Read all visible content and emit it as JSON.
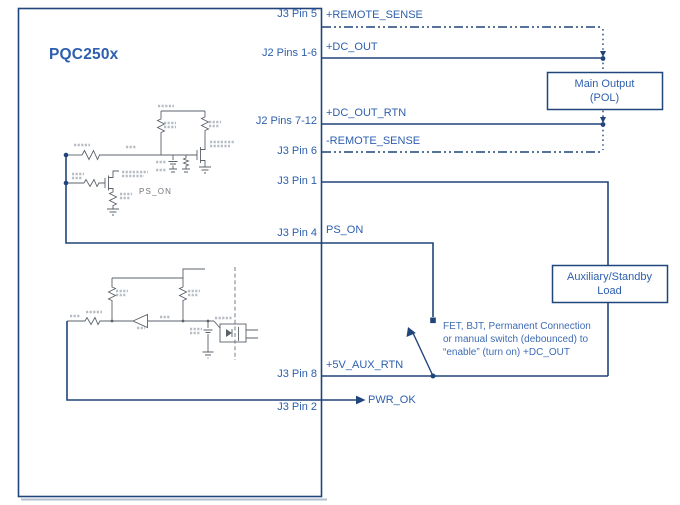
{
  "diagram": {
    "title": "PQC250x",
    "pin_labels": {
      "j3_pin_5": "J3 Pin 5",
      "j2_pins_1_6": "J2 Pins 1-6",
      "j2_pins_7_12": "J2 Pins 7-12",
      "j3_pin_6": "J3 Pin 6",
      "j3_pin_1": "J3 Pin 1",
      "j3_pin_4": "J3 Pin 4",
      "j3_pin_8": "J3 Pin 8",
      "j3_pin_2": "J3 Pin 2"
    },
    "signal_labels": {
      "remote_sense_pos": "+REMOTE_SENSE",
      "dc_out": "+DC_OUT",
      "dc_out_rtn": "+DC_OUT_RTN",
      "remote_sense_neg": "-REMOTE_SENSE",
      "ps_on": "PS_ON",
      "aux_rtn": "+5V_AUX_RTN",
      "pwr_ok": "PWR_OK"
    },
    "blocks": {
      "main_output": {
        "line1": "Main Output",
        "line2": "(POL)"
      },
      "aux_load": {
        "line1": "Auxiliary/Standby",
        "line2": "Load"
      }
    },
    "switch_note": {
      "line1": "FET, BJT, Permanent Connection",
      "line2": "or manual switch (debounced) to",
      "line3": "“enable” (turn on) +DC_OUT"
    },
    "schematic_labels": {
      "ps_on": "PS_ON"
    },
    "colors": {
      "wire_navy": "#20457a",
      "label_blue": "#2d5fae",
      "note_blue": "#3f6cb4",
      "schematic_gray": "#5b6169"
    }
  }
}
